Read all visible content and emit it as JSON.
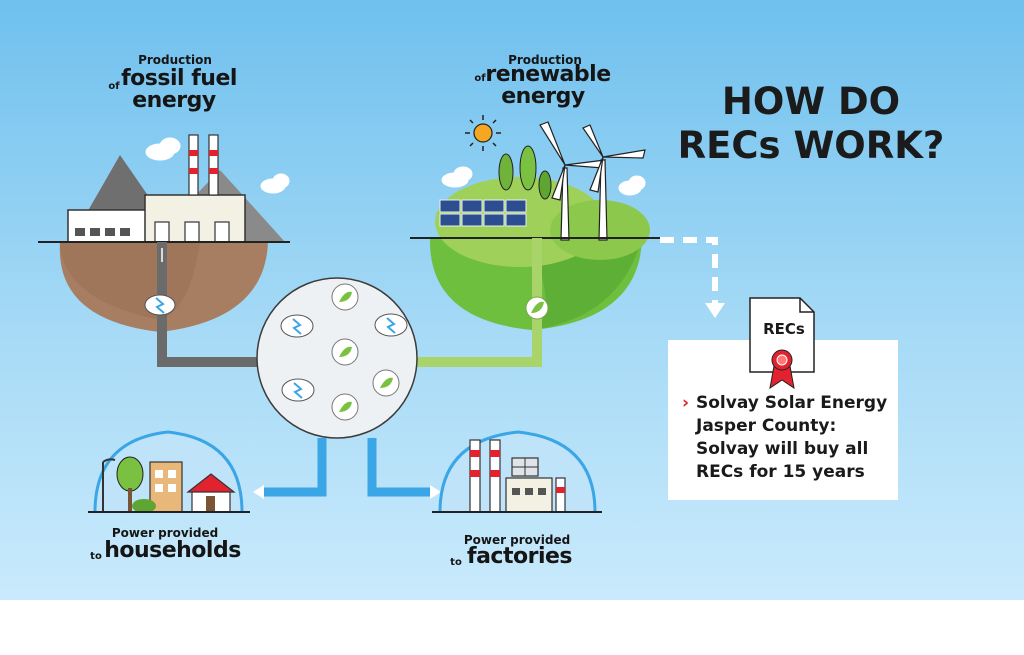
{
  "headline": "HOW DO RECs WORK?",
  "fossil": {
    "small": "Production",
    "prefix": "of",
    "main_line1": "fossil fuel",
    "main_line2": "energy"
  },
  "renewable": {
    "small": "Production",
    "prefix": "of",
    "main_line1": "renewable",
    "main_line2": "energy"
  },
  "households": {
    "small": "Power provided",
    "prefix": "to",
    "main": "households"
  },
  "factories": {
    "small": "Power provided",
    "prefix": "to",
    "main": "factories"
  },
  "certificate": {
    "label": "RECs"
  },
  "rec_note": {
    "marker": "›",
    "text": "Solvay Solar Energy Jasper County: Solvay will buy all RECs for 15 years"
  },
  "colors": {
    "fossil_flow": "#6b6b6b",
    "renewable_flow": "#a8d46a",
    "distribution_flow": "#3aa6e6",
    "accent_red": "#e2222f",
    "sky": "#8fd0f4"
  },
  "icons": [
    "sun-icon",
    "wind-turbine-icon",
    "solar-panel-icon",
    "factory-icon",
    "house-icon",
    "cloud-lightning-icon",
    "leaf-icon",
    "certificate-icon",
    "street-lamp-icon",
    "tree-icon"
  ]
}
